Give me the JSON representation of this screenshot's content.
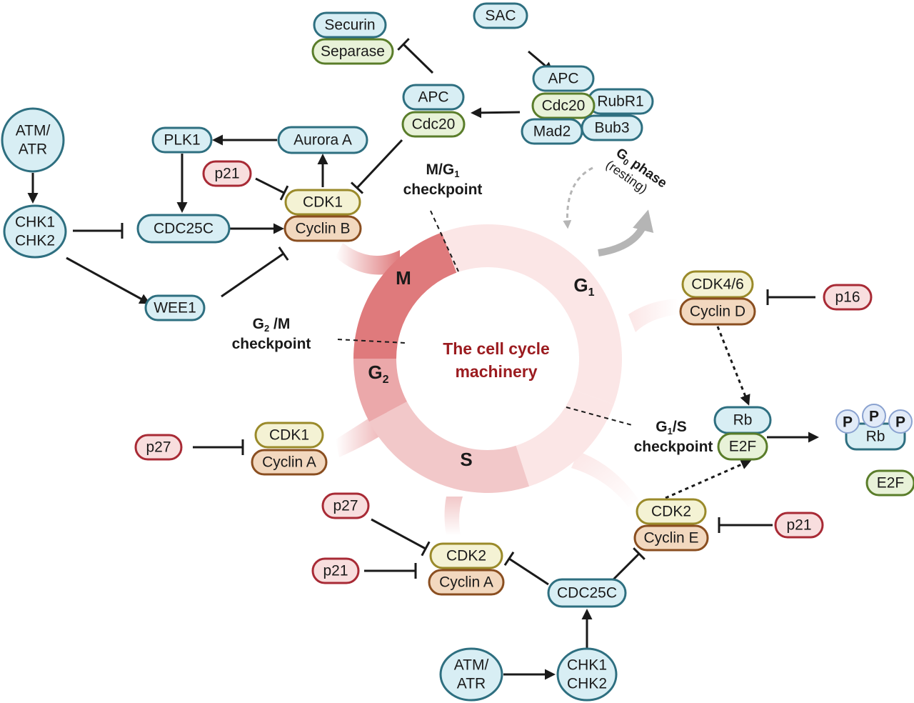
{
  "title": "The cell cycle machinery",
  "colors": {
    "blue_fill": "#d8eef4",
    "blue_stroke": "#2e6f80",
    "green_fill": "#e8f2d8",
    "green_stroke": "#5a7d2a",
    "yellow_fill": "#f4f2d4",
    "yellow_stroke": "#9a8a2a",
    "orange_fill": "#f2d8bf",
    "orange_stroke": "#8a4e20",
    "red_fill": "#f8dede",
    "red_stroke": "#a82a35",
    "phase_M": "#df7a7c",
    "phase_G2": "#eba8aa",
    "phase_S": "#f2c8c9",
    "phase_G1": "#fbe6e6",
    "title_red": "#9b1b1f",
    "g0_arrow": "#b5b5b5"
  },
  "phases": {
    "M": "M",
    "G2": "G",
    "G2_sub": "2",
    "S": "S",
    "G1": "G",
    "G1_sub": "1"
  },
  "center": {
    "line1": "The cell cycle",
    "line2": "machinery"
  },
  "checkpoints": {
    "g2m_line1_main": "G",
    "g2m_line1_sub": "2",
    "g2m_line1_rest": " /M",
    "g2m_line2": "checkpoint",
    "mg1_line1_main": "M/G",
    "mg1_line1_sub": "1",
    "mg1_line2": "checkpoint",
    "g1s_line1_main": "G",
    "g1s_line1_sub": "1",
    "g1s_line1_rest": "/S",
    "g1s_line2": "checkpoint"
  },
  "g0": {
    "main": "G",
    "sub": "0",
    "rest": " phase",
    "line2": "(resting)"
  },
  "nodes": {
    "securin": "Securin",
    "separase": "Separase",
    "sac": "SAC",
    "apc_top": "APC",
    "cdc20_top": "Cdc20",
    "rubr1": "RubR1",
    "mad2": "Mad2",
    "bub3": "Bub3",
    "apc_mid": "APC",
    "cdc20_mid": "Cdc20",
    "atm_left_1": "ATM/",
    "atm_left_2": "ATR",
    "chk_left_1": "CHK1",
    "chk_left_2": "CHK2",
    "plk1": "PLK1",
    "aurora": "Aurora A",
    "p21_top": "p21",
    "cdk1_b": "CDK1",
    "cyclin_b": "Cyclin B",
    "cdc25c_left": "CDC25C",
    "wee1": "WEE1",
    "cdk46": "CDK4/6",
    "cyclin_d": "Cyclin D",
    "p16": "p16",
    "rb": "Rb",
    "e2f": "E2F",
    "rb_p": "Rb",
    "p_label": "P",
    "e2f_free": "E2F",
    "p27_a": "p27",
    "cdk1_a": "CDK1",
    "cyclin_a1": "Cyclin A",
    "p27_b": "p27",
    "p21_b": "p21",
    "cdk2_a": "CDK2",
    "cyclin_a2": "Cyclin A",
    "cdk2_e": "CDK2",
    "cyclin_e": "Cyclin E",
    "p21_c": "p21",
    "cdc25c_bottom": "CDC25C",
    "atm_bottom_1": "ATM/",
    "atm_bottom_2": "ATR",
    "chk_bottom_1": "CHK1",
    "chk_bottom_2": "CHK2"
  }
}
